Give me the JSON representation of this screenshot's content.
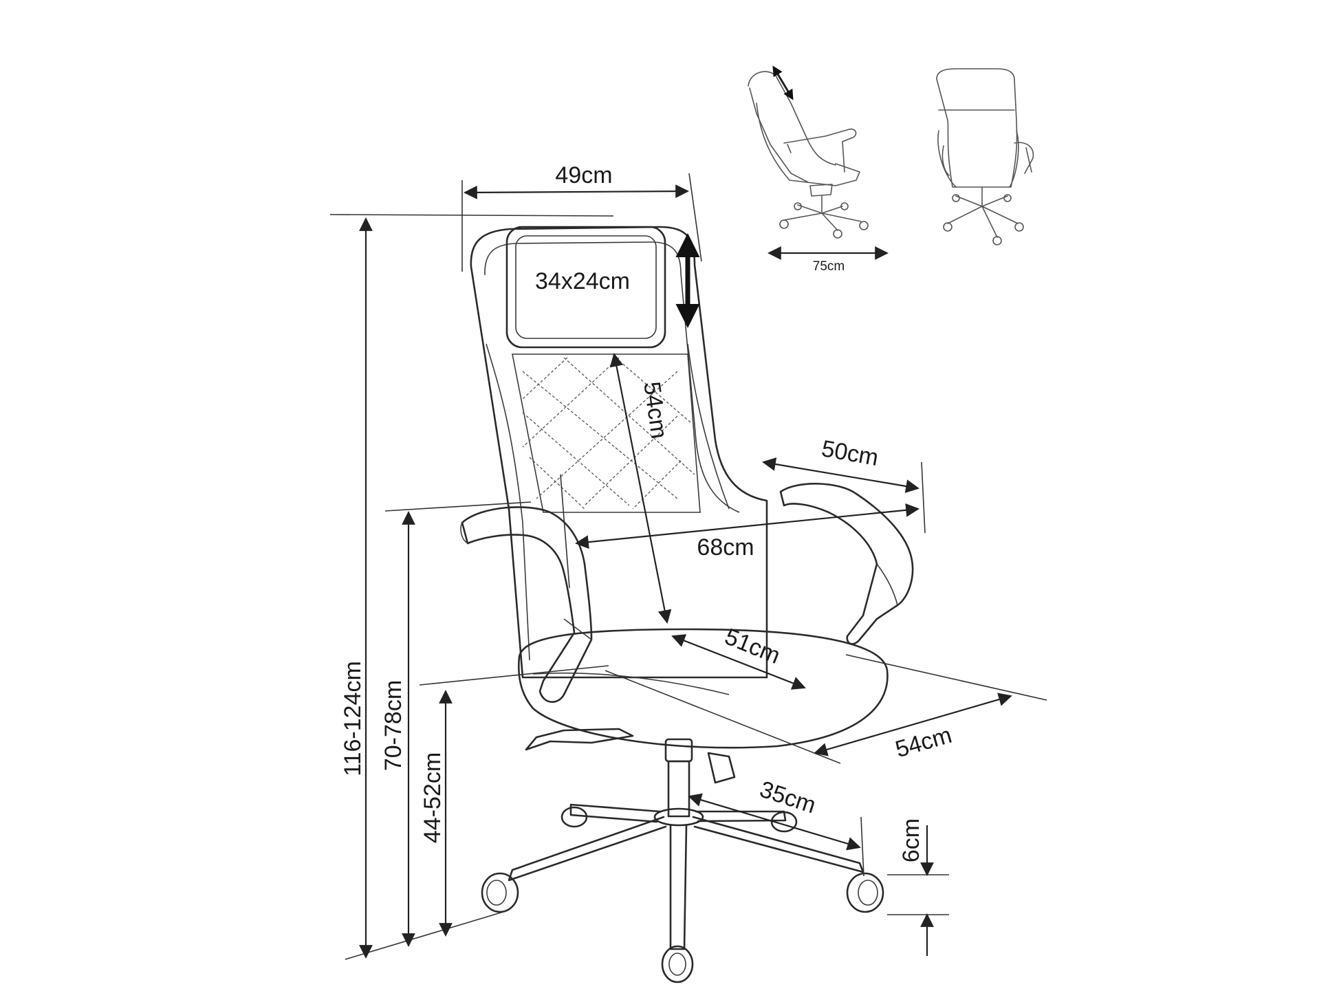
{
  "labels": {
    "width_top": "49cm",
    "headrest": "34x24cm",
    "back_height": "54cm",
    "arm_depth": "50cm",
    "width_arms": "68cm",
    "seat_depth": "51cm",
    "depth_total": "54cm",
    "base_radius": "35cm",
    "wheel_height": "6cm",
    "total_height": "116-124cm",
    "arm_height": "70-78cm",
    "seat_height": "44-52cm",
    "recline_width": "75cm"
  },
  "colors": {
    "line": "#2a2a2a",
    "background": "#ffffff"
  },
  "icons": {
    "adjust_arrow": "double-arrow-icon",
    "recline_arrow": "double-arrow-icon"
  }
}
